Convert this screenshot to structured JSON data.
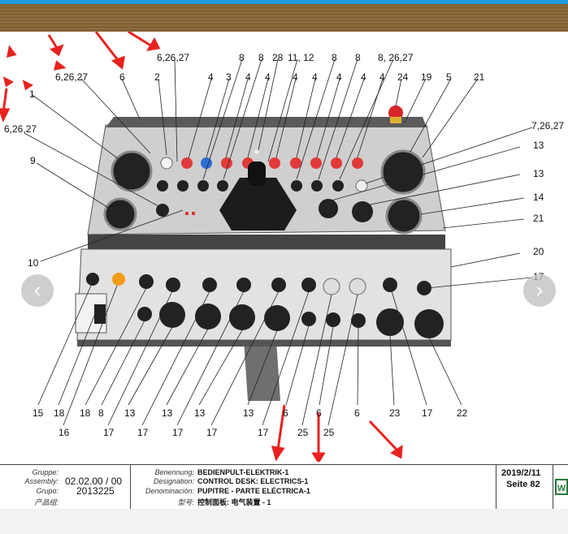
{
  "callouts": {
    "c1": "6,26,27",
    "c2": "6,26,27",
    "c3": "6",
    "c4": "1",
    "c5": "6,26,27",
    "c6": "9",
    "c7": "2",
    "c8": "4",
    "c9": "3",
    "c10": "8",
    "c11": "4",
    "c12": "8",
    "c13": "4",
    "c14": "28",
    "c15": "4",
    "c16": "11, 12",
    "c17": "4",
    "c18": "8",
    "c19": "4",
    "c20": "8",
    "c21": "4",
    "c22": "8, 26,27",
    "c23": "4",
    "c24": "24",
    "c25": "19",
    "c26": "5",
    "c27": "21",
    "c28": "7,26,27",
    "c29": "13",
    "c30": "13",
    "c31": "14",
    "c32": "21",
    "c33": "20",
    "c34": "17",
    "c35": "10",
    "b1": "15",
    "b2": "18",
    "b3": "16",
    "b4": "18",
    "b5": "8",
    "b6": "17",
    "b7": "13",
    "b8": "17",
    "b9": "13",
    "b10": "17",
    "b11": "13",
    "b12": "17",
    "b13": "13",
    "b14": "17",
    "b15": "6",
    "b16": "25",
    "b17": "6",
    "b18": "25",
    "b19": "6",
    "b20": "23",
    "b21": "17",
    "b22": "22"
  },
  "nav": {
    "prev": "‹",
    "next": "›"
  },
  "footer": {
    "gruppe_label": "Gruppe:",
    "assembly_label": "Assembly:",
    "grupo_label": "Grupo:",
    "cn_group_label": "产品组:",
    "assembly_value": "02.02.00 / 00",
    "grupo_value": "2013225",
    "benennung_label": "Benennung:",
    "designation_label": "Designation:",
    "denominacion_label": "Denominación:",
    "cn_model_label": "型号:",
    "benennung_value": "BEDIENPULT-ELEKTRIK-1",
    "designation_value": "CONTROL DESK: ELECTRICS-1",
    "denominacion_value": "PUPITRE - PARTE ELÉCTRICA-1",
    "cn_model_value": "控制面板: 电气装置 - 1",
    "date": "2019/2/11",
    "page": "Seite 82",
    "logo": "W"
  },
  "colors": {
    "arrow": "#e8221e",
    "panel": "#d8d8d8",
    "dark": "#3a3a3a",
    "accent": "#1e9be0"
  }
}
